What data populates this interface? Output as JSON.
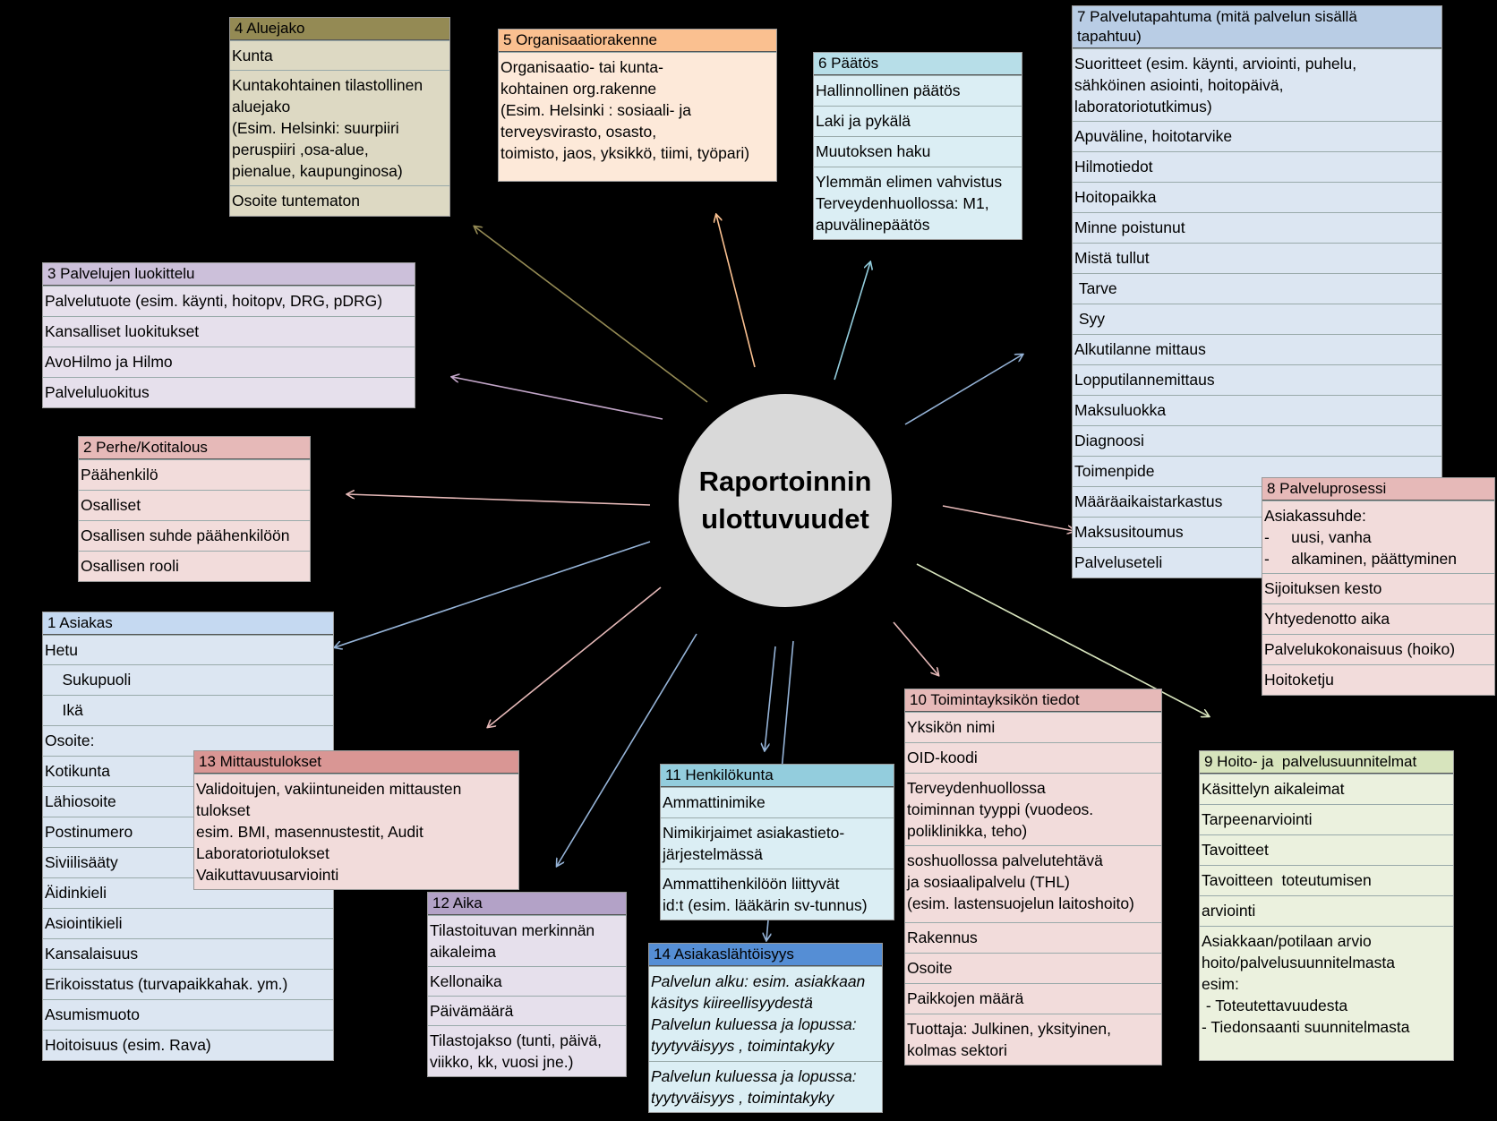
{
  "center": "Raportoinnin\nulottuvuudet",
  "boxes": [
    {
      "id": "b1",
      "title": "1 Asiakas",
      "rows": [
        "Hetu",
        "    Sukupuoli",
        "    Ikä",
        "Osoite:",
        "Kotikunta",
        "Lähiosoite",
        "Postinumero",
        "Siviilisääty",
        "Äidinkieli",
        "Asiointikieli",
        "Kansalaisuus",
        "Erikoisstatus (turvapaikkahak. ym.)",
        "Asumismuoto",
        "Hoitoisuus (esim. Rava)"
      ]
    },
    {
      "id": "b2",
      "title": "2 Perhe/Kotitalous",
      "rows": [
        "Päähenkilö",
        "Osalliset",
        "Osallisen suhde päähenkilöön",
        "Osallisen rooli"
      ]
    },
    {
      "id": "b3",
      "title": "3 Palvelujen luokittelu",
      "rows": [
        "Palvelutuote (esim. käynti, hoitopv, DRG, pDRG)",
        "Kansalliset luokitukset",
        "AvoHilmo ja Hilmo",
        "Palveluluokitus"
      ]
    },
    {
      "id": "b4",
      "title": "4 Aluejako",
      "rows": [
        "Kunta",
        "Kuntakohtainen tilastollinen\naluejako\n(Esim. Helsinki: suurpiiri\nperuspiiri ,osa-alue,\npienalue, kaupunginosa)",
        "Osoite tuntematon"
      ]
    },
    {
      "id": "b5",
      "title": "5 Organisaatiorakenne",
      "rows": [
        "Organisaatio- tai kunta-\nkohtainen org.rakenne\n(Esim. Helsinki : sosiaali- ja\nterveysvirasto, osasto,\ntoimisto, jaos, yksikkö, tiimi, työpari)"
      ]
    },
    {
      "id": "b6",
      "title": "6 Päätös",
      "rows": [
        "Hallinnollinen päätös",
        "Laki ja pykälä",
        "Muutoksen haku",
        "Ylemmän elimen vahvistus\nTerveydenhuollossa: M1,\napuvälinepäätös"
      ]
    },
    {
      "id": "b7",
      "title": "7 Palvelutapahtuma (mitä palvelun sisällä\ntapahtuu)",
      "rows": [
        "Suoritteet (esim. käynti, arviointi, puhelu,\nsähköinen asiointi, hoitopäivä,\nlaboratoriotutkimus)",
        "Apuväline, hoitotarvike",
        "Hilmotiedot",
        "Hoitopaikka",
        "Minne poistunut",
        "Mistä tullut",
        " Tarve",
        " Syy",
        "Alkutilanne mittaus",
        "Lopputilannemittaus",
        "Maksuluokka",
        "Diagnoosi",
        "Toimenpide",
        "Määräaikaistarkastus",
        "Maksusitoumus",
        "Palveluseteli"
      ]
    },
    {
      "id": "b8",
      "title": "8 Palveluprosessi",
      "rows": [
        "Asiakassuhde:\n-     uusi, vanha\n-     alkaminen, päättyminen",
        "Sijoituksen kesto",
        "Yhtyedenotto aika",
        "Palvelukokonaisuus (hoiko)",
        "Hoitoketju"
      ]
    },
    {
      "id": "b9",
      "title": "9 Hoito- ja  palvelusuunnitelmat",
      "rows": [
        "Käsittelyn aikaleimat",
        "Tarpeenarviointi",
        "Tavoitteet",
        "Tavoitteen  toteutumisen",
        "arviointi",
        "Asiakkaan/potilaan arvio\nhoito/palvelusuunnitelmasta\nesim:\n - Toteutettavuudesta\n- Tiedonsaanti suunnitelmasta"
      ]
    },
    {
      "id": "b10",
      "title": "10 Toimintayksikön tiedot",
      "rows": [
        "Yksikön nimi",
        "OID-koodi",
        "Terveydenhuollossa\ntoiminnan tyyppi (vuodeos.\npoliklinikka, teho)",
        "soshuollossa palvelutehtävä\nja sosiaalipalvelu (THL)\n(esim. lastensuojelun laitoshoito)",
        "Rakennus",
        "Osoite",
        "Paikkojen määrä",
        "Tuottaja: Julkinen, yksityinen,\nkolmas sektori"
      ]
    },
    {
      "id": "b11",
      "title": "11 Henkilökunta",
      "rows": [
        "Ammattinimike",
        "Nimikirjaimet asiakastieto-\njärjestelmässä",
        "Ammattihenkilöön liittyvät\nid:t (esim. lääkärin sv-tunnus)"
      ]
    },
    {
      "id": "b12",
      "title": "12 Aika",
      "rows": [
        "Tilastoituvan merkinnän\naikaleima",
        "Kellonaika",
        "Päivämäärä",
        "Tilastojakso (tunti, päivä,\nviikko, kk, vuosi jne.)"
      ]
    },
    {
      "id": "b13",
      "title": "13 Mittaustulokset",
      "rows": [
        "Validoitujen, vakiintuneiden mittausten\ntulokset\nesim. BMI, masennustestit, Audit\nLaboratoriotulokset\nVaikuttavuusarviointi"
      ]
    },
    {
      "id": "b14",
      "title": "14 Asiakaslähtöisyys",
      "rows": [
        "Palvelun alku: esim. asiakkaan\nkäsitys kiireellisyydestä\nPalvelun kuluessa ja lopussa:\ntyytyväisyys , toimintakyky",
        "Palvelun kuluessa ja lopussa:\ntyytyväisyys , toimintakyky"
      ]
    }
  ],
  "colors": {
    "b1": {
      "head": "#c5d9f1",
      "body": "#dce6f2"
    },
    "b2": {
      "head": "#e6b9b8",
      "body": "#f2dcdb"
    },
    "b3": {
      "head": "#ccc0da",
      "body": "#e6e0ec"
    },
    "b4": {
      "head": "#948a54",
      "body": "#ddd9c3"
    },
    "b5": {
      "head": "#fac090",
      "body": "#fde9d9"
    },
    "b6": {
      "head": "#b7dee8",
      "body": "#dbeef4"
    },
    "b7": {
      "head": "#b9cde5",
      "body": "#dce6f2"
    },
    "b8": {
      "head": "#e6b9b8",
      "body": "#f2dcdb"
    },
    "b9": {
      "head": "#d7e4bd",
      "body": "#ebf1de"
    },
    "b10": {
      "head": "#e6b9b8",
      "body": "#f2dcdb"
    },
    "b11": {
      "head": "#93cddd",
      "body": "#dbeef4"
    },
    "b12": {
      "head": "#b3a2c7",
      "body": "#e6e0ec"
    },
    "b13": {
      "head": "#d99694",
      "body": "#f2dcdb"
    },
    "b14": {
      "head": "#558ed5",
      "body": "#dbeef4"
    }
  }
}
